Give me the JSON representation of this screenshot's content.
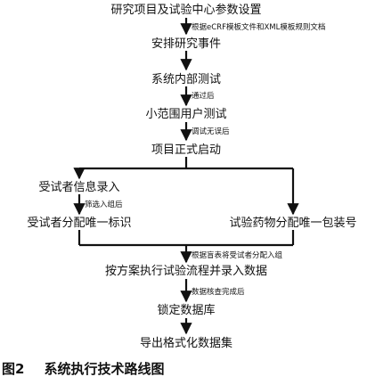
{
  "figure": {
    "nodes": {
      "n1": "研究项目及试验中心参数设置",
      "n2": "安排研究事件",
      "n3": "系统内部测试",
      "n4": "小范围用户测试",
      "n5": "项目正式启动",
      "n6": "受试者信息录入",
      "n7": "受试者分配唯一标识",
      "n8": "试验药物分配唯一包装号",
      "n9": "按方案执行试验流程并录入数据",
      "n10": "锁定数据库",
      "n11": "导出格式化数据集"
    },
    "edge_labels": {
      "e1": "根据eCRF模板文件和XML模板规则文档",
      "e3": "通过后",
      "e4": "调试无误后",
      "e6": "筛选入组后",
      "e8": "根据盲表将受试者分配入组",
      "e9": "数据核查完成后"
    }
  },
  "caption": {
    "number": "图2",
    "title": "系统执行技术路线图"
  }
}
